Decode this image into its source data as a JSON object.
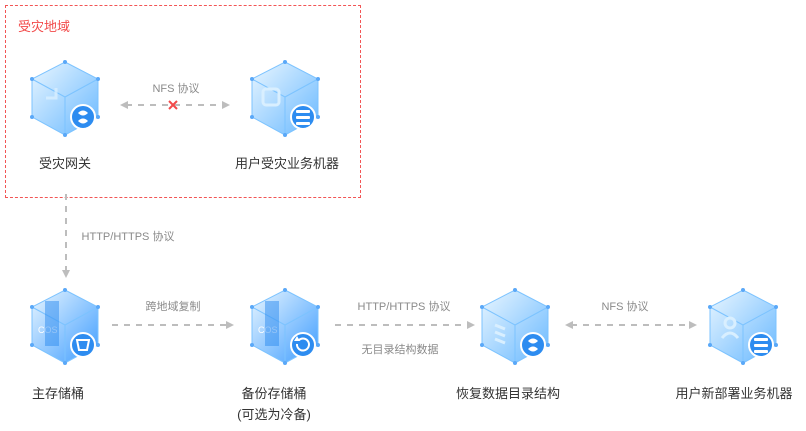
{
  "region": {
    "title": "受灾地域"
  },
  "nodes": {
    "gateway": "受灾网关",
    "user_disaster": "用户受灾业务机器",
    "primary_bucket": "主存储桶",
    "backup_bucket": "备份存储桶",
    "backup_note": "(可选为冷备)",
    "recover_dir": "恢复数据目录结构",
    "user_new": "用户新部署业务机器"
  },
  "edges": {
    "nfs_top": "NFS 协议",
    "http_vertical": "HTTP/HTTPS 协议",
    "cross_region": "跨地域复制",
    "http_bottom": "HTTP/HTTPS 协议",
    "no_dir": "无目录结构数据",
    "nfs_bottom": "NFS 协议"
  },
  "icons": {
    "gateway": "gateway-cube-icon",
    "server": "server-cube-icon",
    "bucket": "cos-bucket-icon",
    "restore": "restore-icon",
    "error": "x-icon",
    "user": "user-server-icon"
  },
  "colors": {
    "region_border": "#f25555",
    "region_title": "#f24a4a",
    "arrow": "#bdbdbd",
    "accent": "#2d8cf0"
  }
}
